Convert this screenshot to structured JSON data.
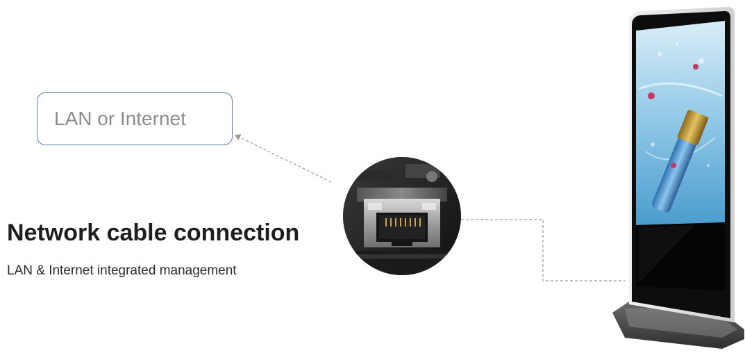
{
  "lan_box": {
    "label": "LAN or Internet"
  },
  "headline": "Network cable connection",
  "subline": "LAN & Internet integrated management",
  "icons": {
    "port": "rj45-ethernet-port-photo",
    "kiosk": "floor-standing-digital-signage-kiosk"
  },
  "colors": {
    "box_border": "#5b7ea6",
    "box_text": "#8c8c8c",
    "headline": "#1e1e1e",
    "connector": "#9a9a9a"
  }
}
